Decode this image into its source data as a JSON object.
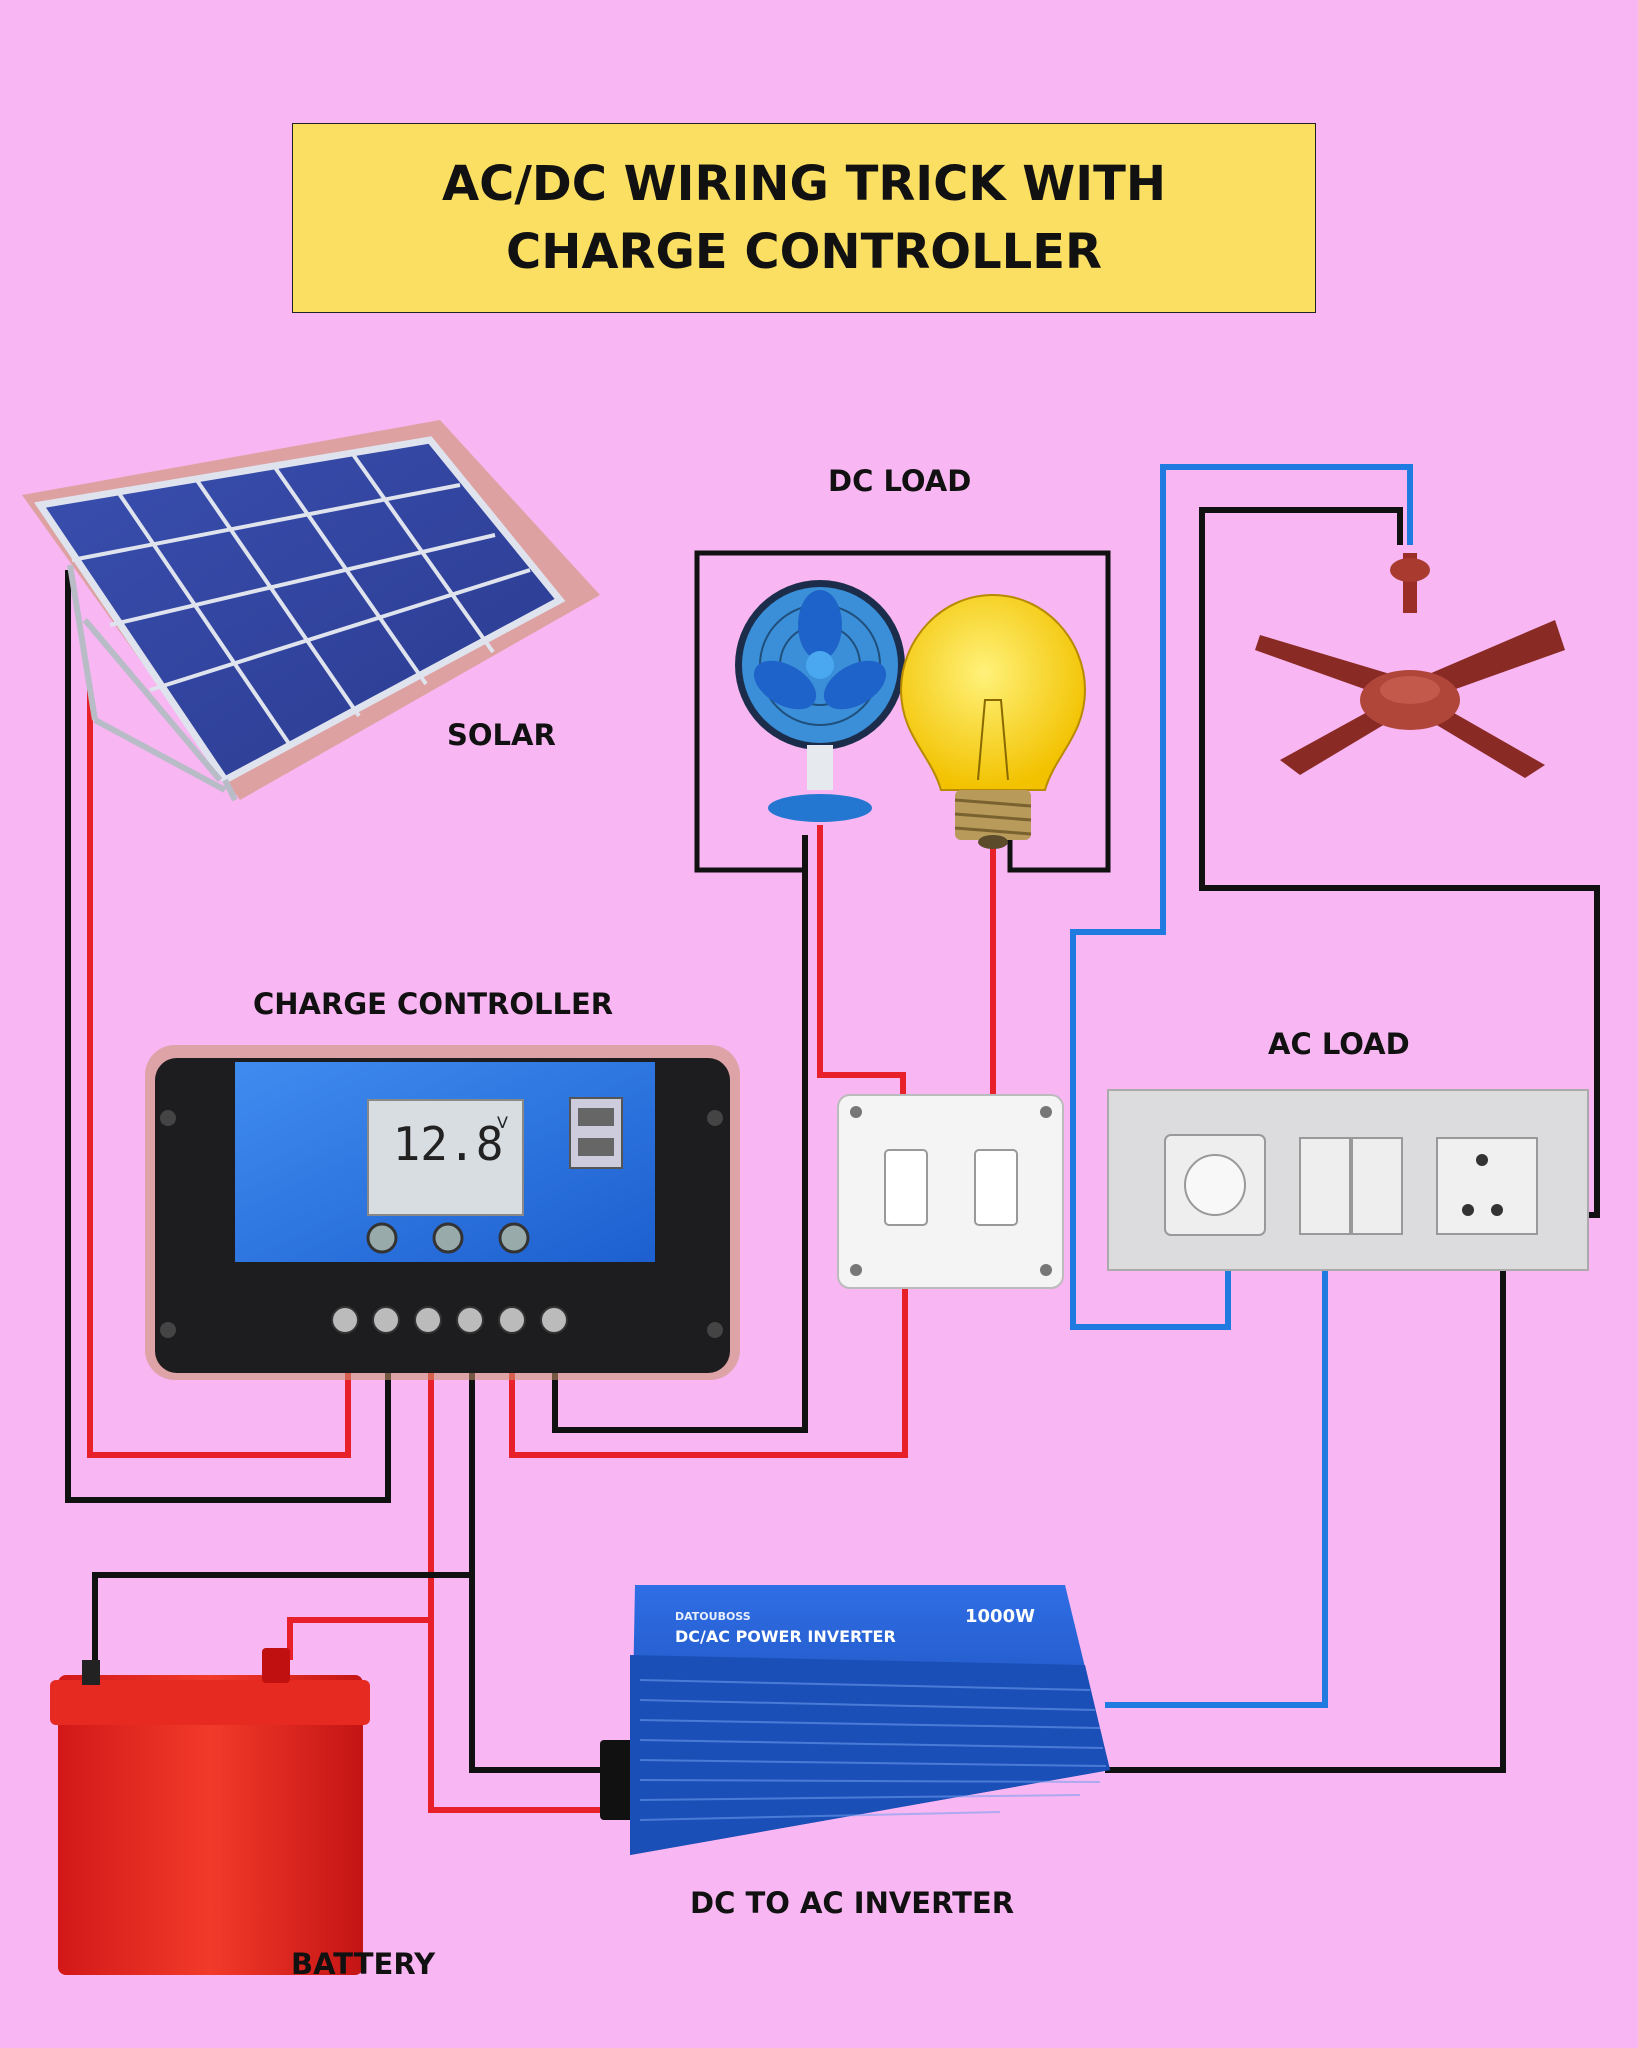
{
  "title": "AC/DC WIRING TRICK WITH CHARGE CONTROLLER",
  "labels": {
    "solar": "SOLAR",
    "dc_load": "DC LOAD",
    "charge_controller": "CHARGE CONTROLLER",
    "ac_load": "AC LOAD",
    "battery": "BATTERY",
    "inverter": "DC TO AC INVERTER"
  },
  "controller_display": {
    "voltage": "12.8",
    "unit": "V"
  },
  "inverter_text": {
    "brand": "DATOUBOSS",
    "model": "DC/AC POWER INVERTER",
    "power": "1000W"
  },
  "colors": {
    "background": "#f8b6f2",
    "title_bg": "#fadf63",
    "wire_positive": "#e8202a",
    "wire_negative": "#111111",
    "wire_ac": "#1f7be0"
  }
}
